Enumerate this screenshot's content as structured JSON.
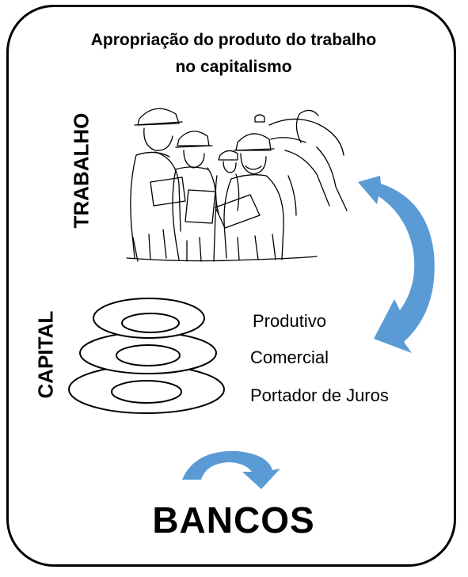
{
  "title": {
    "line1": "Apropriação do produto do trabalho",
    "line2": "no capitalismo"
  },
  "labels": {
    "trabalho": "TRABALHO",
    "capital": "CAPITAL"
  },
  "capital_forms": [
    {
      "label": "Produtivo"
    },
    {
      "label": "Comercial"
    },
    {
      "label": "Portador de Juros"
    }
  ],
  "bancos": "BANCOS",
  "colors": {
    "arrow": "#5b9bd5",
    "line": "#000000"
  },
  "icons": {
    "workers": "workers-illustration",
    "rings": "stacked-rings",
    "cycle_arrow": "curved-cycle-arrow",
    "bank_arrow": "curved-arrow"
  }
}
